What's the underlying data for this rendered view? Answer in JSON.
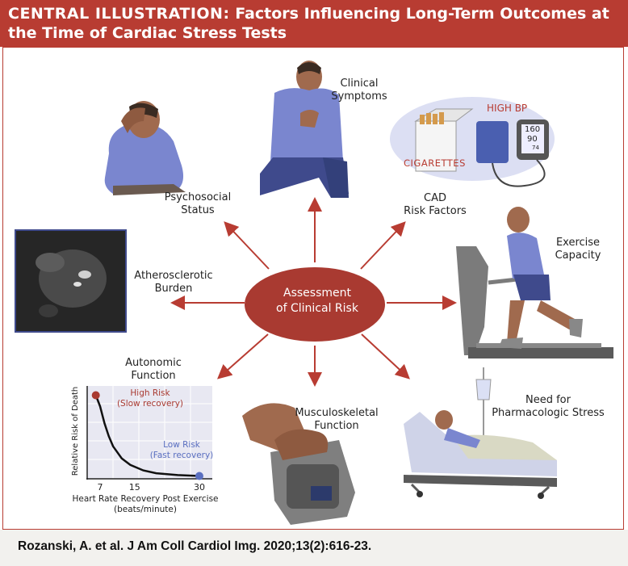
{
  "header": {
    "label": "CENTRAL ILLUSTRATION:",
    "title": "Factors Influencing Long-Term Outcomes at the Time of Cardiac Stress Tests"
  },
  "center": {
    "text": "Assessment\nof Clinical Risk",
    "color": "#a93a31"
  },
  "factors": {
    "clinical_symptoms": "Clinical\nSymptoms",
    "psychosocial": "Psychosocial\nStatus",
    "cad_risk": "CAD\nRisk Factors",
    "exercise": "Exercise\nCapacity",
    "atherosclerotic": "Atherosclerotic\nBurden",
    "autonomic": "Autonomic\nFunction",
    "musculoskeletal": "Musculoskeletal\nFunction",
    "pharmacologic": "Need for\nPharmacologic Stress"
  },
  "risk_factor_labels": {
    "high_bp": "HIGH BP",
    "cigarettes": "CIGARETTES",
    "bp_readings": [
      "160",
      "90",
      "74"
    ]
  },
  "chart_data": {
    "type": "line",
    "xlabel": "Heart Rate Recovery Post Exercise\n(beats/minute)",
    "ylabel": "Relative Risk of Death",
    "x_ticks": [
      7,
      15,
      30
    ],
    "xlim": [
      4,
      33
    ],
    "series": [
      {
        "values_x": [
          6,
          7,
          8,
          9,
          10,
          12,
          14,
          17,
          20,
          25,
          30
        ],
        "values_y": [
          0.9,
          0.78,
          0.6,
          0.46,
          0.35,
          0.22,
          0.15,
          0.09,
          0.06,
          0.04,
          0.03
        ]
      }
    ],
    "annotations": [
      {
        "label": "High Risk\n(Slow recovery)",
        "x": 6,
        "y": 0.9,
        "color": "#a93a31"
      },
      {
        "label": "Low Risk\n(Fast recovery)",
        "x": 30,
        "y": 0.03,
        "color": "#5a6fc0"
      }
    ]
  },
  "citation": "Rozanski, A. et al. J Am Coll Cardiol Img. 2020;13(2):616-23."
}
